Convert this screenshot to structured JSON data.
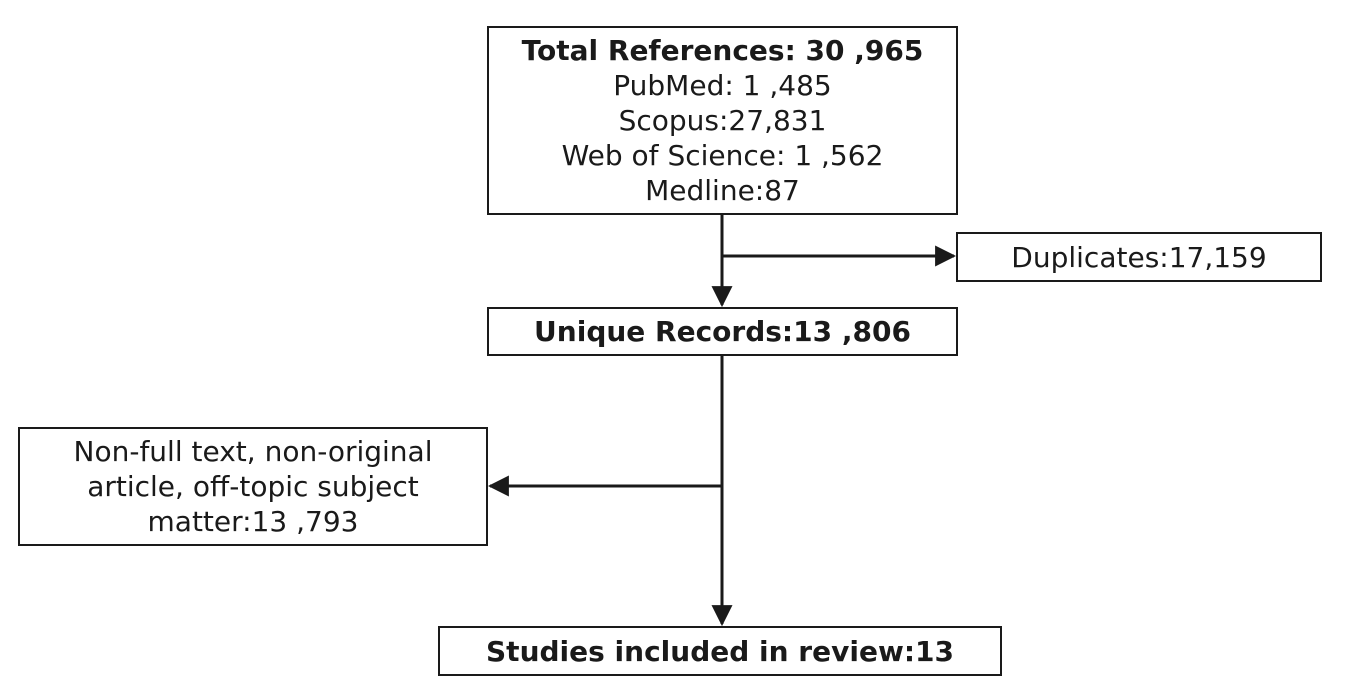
{
  "nodes": {
    "total": {
      "title": "Total References: 30 ,965",
      "lines": [
        "PubMed: 1 ,485",
        "Scopus:27,831",
        "Web of Science: 1 ,562",
        "Medline:87"
      ]
    },
    "duplicates": {
      "text": "Duplicates:17,159"
    },
    "unique": {
      "text": "Unique Records:13 ,806"
    },
    "excluded": {
      "lines": [
        "Non-full text, non-original",
        "article, off-topic subject",
        "matter:13 ,793"
      ]
    },
    "included": {
      "text": "Studies included in review:13"
    }
  },
  "edges": [
    {
      "from": "total",
      "to": "unique"
    },
    {
      "from": "total",
      "to": "duplicates"
    },
    {
      "from": "unique",
      "to": "included"
    },
    {
      "from": "unique",
      "to": "excluded"
    }
  ],
  "colors": {
    "stroke": "#1a1a1a",
    "background": "#ffffff"
  }
}
